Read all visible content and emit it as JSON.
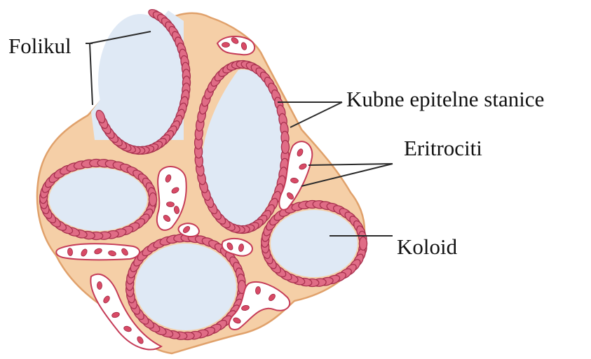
{
  "labels": {
    "folikul": "Folikul",
    "kubne_epitelne_stanice": "Kubne epitelne stanice",
    "eritrociti": "Eritrociti",
    "koloid": "Koloid"
  },
  "colors": {
    "tissue": "#f5cfa7",
    "tissue_border": "#e0a16b",
    "epithelial_cell": "#e06c86",
    "colloid": "#dfe9f5",
    "erythrocyte": "#d84a66"
  }
}
